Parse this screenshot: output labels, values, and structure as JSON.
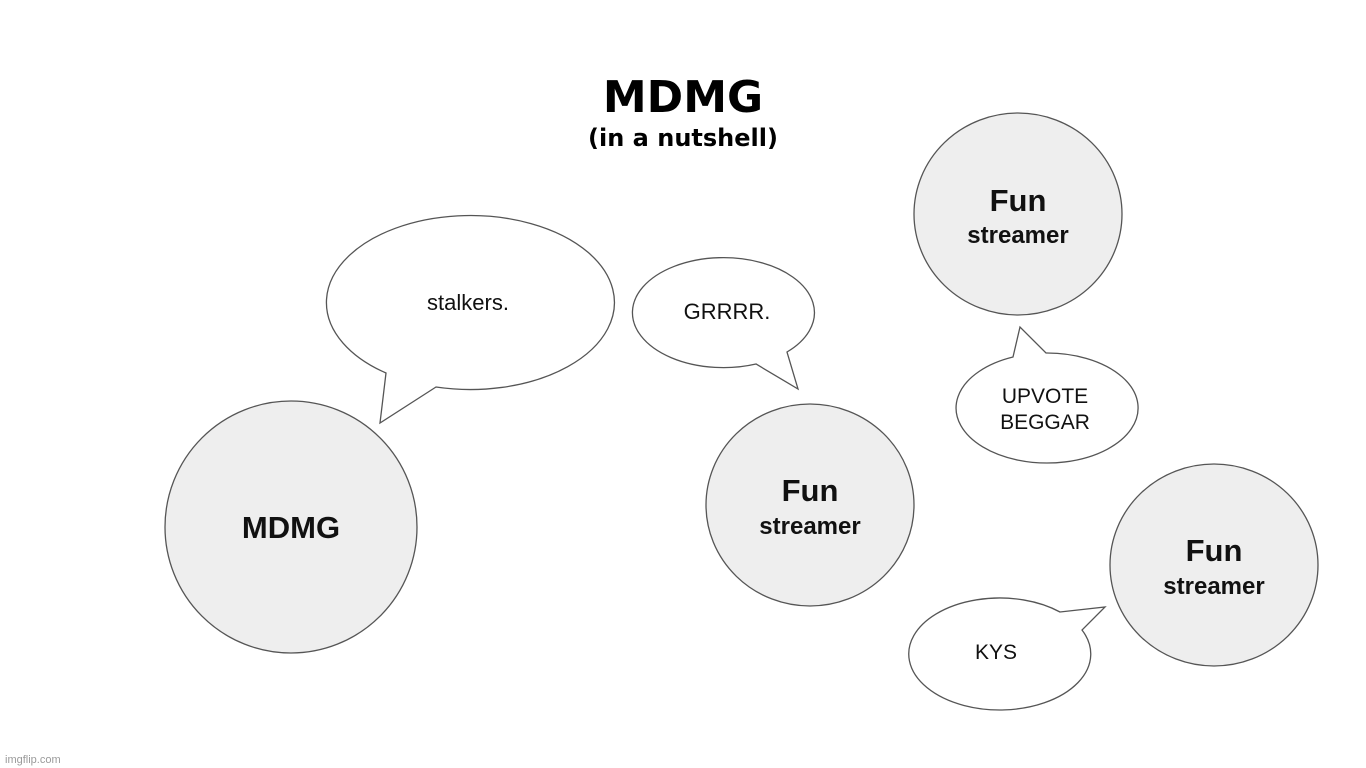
{
  "title": "MDMG",
  "subtitle": "(in a nutshell)",
  "bubbles": {
    "stalkers": "stalkers.",
    "grrrr": "GRRRR.",
    "upvote_line1": "UPVOTE",
    "upvote_line2": "BEGGAR",
    "kys": "KYS"
  },
  "characters": {
    "mdmg": "MDMG",
    "streamer_top": {
      "line1": "Fun",
      "line2": "streamer"
    },
    "streamer_center": {
      "line1": "Fun",
      "line2": "streamer"
    },
    "streamer_bottom": {
      "line1": "Fun",
      "line2": "streamer"
    }
  },
  "watermark": "imgflip.com",
  "colors": {
    "circle_fill": "#eeeeee",
    "outline": "#555555",
    "background": "#ffffff"
  }
}
